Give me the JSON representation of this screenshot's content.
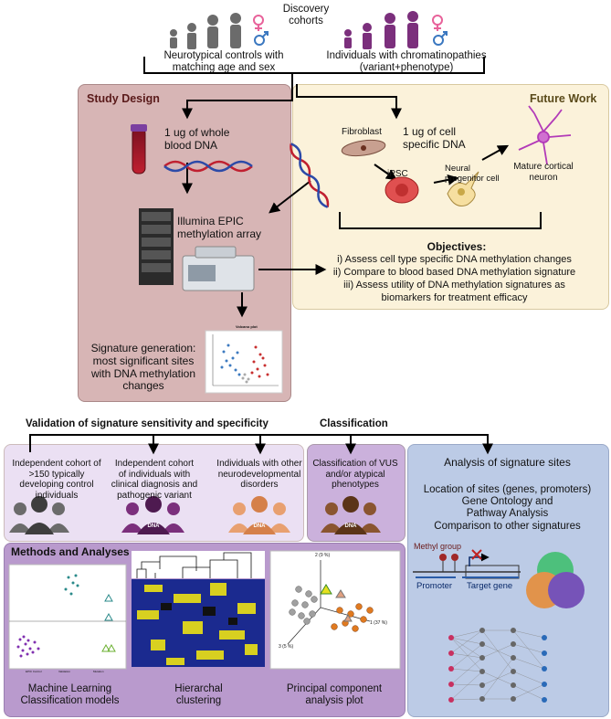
{
  "header": {
    "discovery_cohorts": "Discovery\ncohorts",
    "controls_label": "Neurotypical controls with\nmatching age and sex",
    "chromatinopathies_label": "Individuals with chromatinopathies\n(variant+phenotype)"
  },
  "study_design": {
    "title": "Study Design",
    "blood_dna": "1 ug of whole\nblood DNA",
    "array": "Illumina EPIC\nmethylation array",
    "volcano_title": "Volcano plot",
    "signature": "Signature generation:\nmost significant sites\nwith DNA methylation\nchanges"
  },
  "future_work": {
    "title": "Future Work",
    "cell_dna": "1 ug of cell\nspecific DNA",
    "fibroblast": "Fibroblast",
    "ipsc": "iPSC",
    "neural_progenitor": "Neural\nprogenitor cell",
    "mature_neuron": "Mature cortical\nneuron",
    "objectives_title": "Objectives:",
    "objectives": [
      "i) Assess cell type specific DNA methylation changes",
      "ii) Compare to blood based DNA methylation signature",
      "iii) Assess utility of DNA methylation signatures as",
      "biomarkers for treatment efficacy"
    ]
  },
  "validation": {
    "title": "Validation of signature sensitivity and specificity",
    "classification_title": "Classification",
    "items": [
      "Independent cohort of\n>150 typically\ndeveloping control\nindividuals",
      "Independent cohort\nof individuals with\nclinical diagnosis and\npathogenic variant",
      "Individuals with other\nneurodevelopmental\ndisorders"
    ],
    "vus": "Classification of VUS\nand/or atypical\nphenotypes",
    "dna_badge": "DNA"
  },
  "analysis": {
    "title": "Analysis of signature sites",
    "body": "Location of sites (genes, promoters)\nGene Ontology and\nPathway Analysis\nComparison to other signatures",
    "methyl_group": "Methyl group",
    "promoter": "Promoter",
    "target_gene": "Target gene"
  },
  "methods": {
    "title": "Methods and Analyses",
    "ml": "Machine Learning\nClassification models",
    "hierarchal": "Hierarchal\nclustering",
    "pca": "Principal component\nanalysis plot",
    "pca_axes": [
      "2 (9 %)",
      "1 (37 %)",
      "3 (5 %)"
    ],
    "ml_legend": [
      "EPIC Control",
      "Validation",
      "Mutation"
    ]
  },
  "colors": {
    "study_design_bg": "#d7b5b5",
    "future_work_bg": "#fbf2da",
    "validation_bg": "#ebe0f3",
    "classification_bg": "#cbb1dc",
    "analysis_bg": "#bccbe6",
    "methods_bg": "#b99acd",
    "control_gray": "#6b6b6b",
    "patient_purple": "#7b2f7c",
    "orange": "#e8a070",
    "brown": "#8a5530"
  }
}
